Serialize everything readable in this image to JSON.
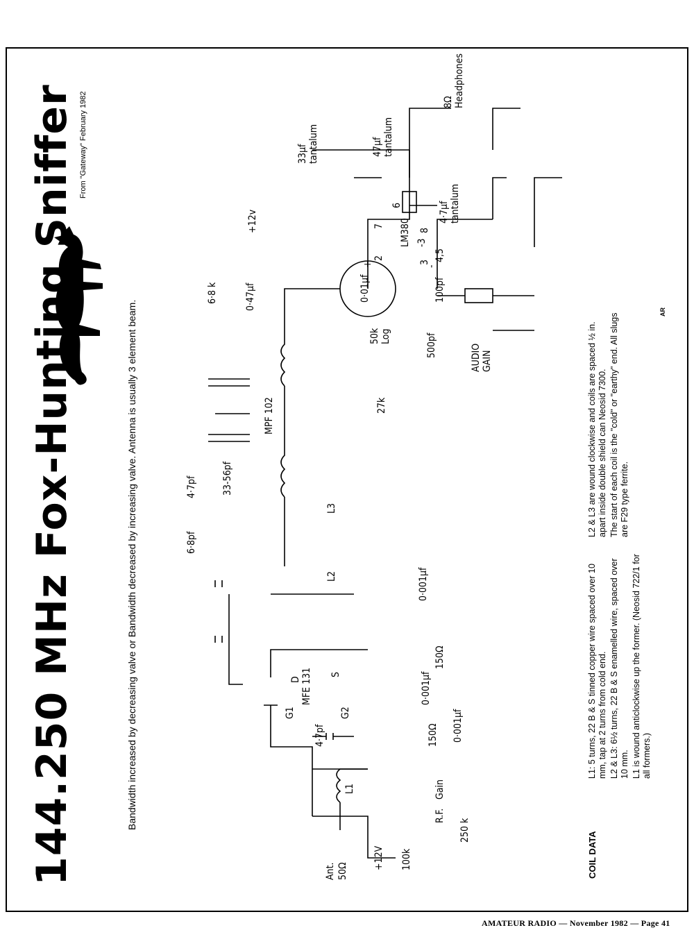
{
  "article": {
    "title": "144.250 MHz Fox-Hunting Sniffer",
    "source": "From \"Gateway\" February 1982",
    "subtitle": "Bandwidth increased by decreasing valve or Bandwidth decreased by increasing valve. Antenna is usually 3 element beam."
  },
  "schematic": {
    "labels": {
      "ant": "Ant.",
      "ant_imp": "50Ω",
      "l1": "L1",
      "c_47pf_g1": "4·7pf",
      "g1": "G1",
      "mfe131": "MFE 131",
      "g2": "G2",
      "d": "D",
      "s": "S",
      "r150_g2": "150Ω",
      "r150_s": "150Ω",
      "c0001_a": "0·001μf",
      "c0001_b": "0·001μf",
      "c0001_c": "0·001μf",
      "l2": "L2",
      "c68pf": "6·8pf",
      "c47pf_top": "4·7pf",
      "trim": "33-56pf",
      "l3": "L3",
      "mpf102": "MPF 102",
      "r68k": "6·8 k",
      "c047": "0·47μf",
      "plus12v_top": "+12v",
      "c33": "33μf",
      "tantalum1": "tantalum",
      "r27k": "27k",
      "c500": "500pf",
      "pot50k": "50k",
      "log": "Log",
      "audio": "AUDIO",
      "gain": "GAIN",
      "c001": "0·01μf",
      "c100": "100pf",
      "lm380": "LM380",
      "lm380_suffix": "-3",
      "pin2": "2",
      "pin3": "3",
      "pin7": "7",
      "pin6": "6",
      "pin8": "8",
      "pin45": "4,5",
      "plus": "+",
      "minus": "-",
      "c47uf": "4·7μf",
      "tantalum2": "tantalum",
      "c47big": "47μf",
      "tantalum3": "tantalum",
      "hp_ohm": "8Ω",
      "headphones": "Headphones",
      "r100k": "100k",
      "plus12v_bottom": "+12V",
      "rf": "R.F.",
      "rfgain": "Gain",
      "pot250k": "250 k"
    }
  },
  "coil_data": {
    "heading": "COIL DATA",
    "l1": "L1: 5 turns, 22 B & S tinned copper wire spaced over 10 mm, tap at 2 turns from cold end.",
    "l2l3": "L2 & L3: 6½ turns, 22 B & S enamelled wire, spaced over 10 mm.",
    "l1wound": "L1 is wound anticlockwise up the former. (Neosid 722/1 for all formers.)",
    "l2l3wound": "L2 & L3 are wound clockwise and coils are spaced ½ in. apart inside double shield can Neosid 7300.",
    "start": "The start of each coil is the \"cold\" or \"earthy\" end. All slugs are F29 type ferrite.",
    "ar": "AR"
  },
  "footer": {
    "text": "AMATEUR RADIO — November 1982 — Page 41"
  }
}
